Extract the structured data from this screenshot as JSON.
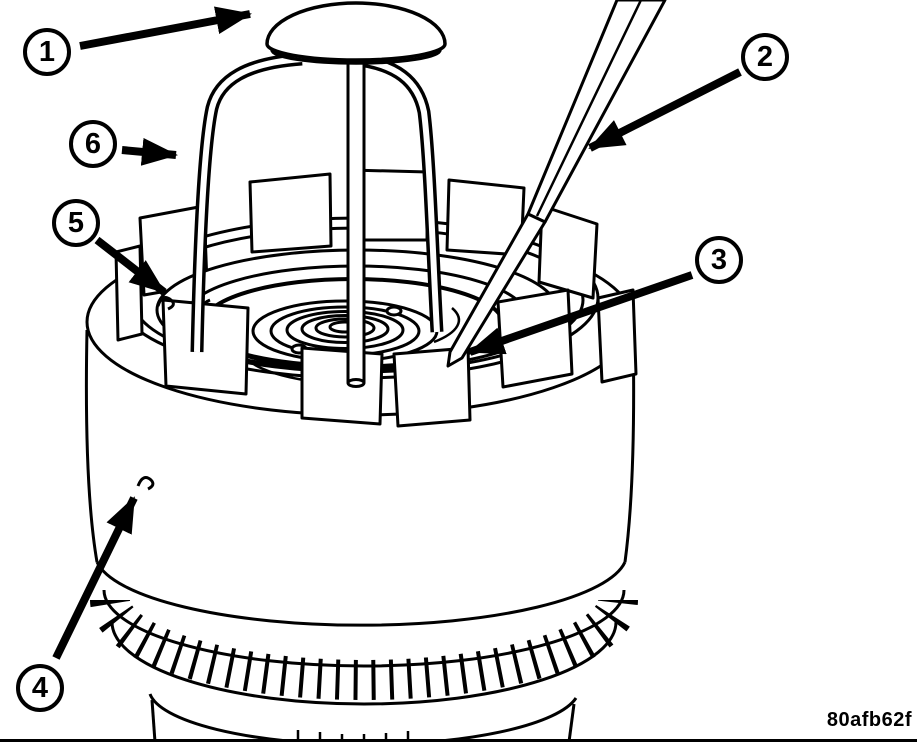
{
  "figure": {
    "code": "80afb62f",
    "callouts": [
      {
        "label": "1"
      },
      {
        "label": "2"
      },
      {
        "label": "3"
      },
      {
        "label": "4"
      },
      {
        "label": "5"
      },
      {
        "label": "6"
      }
    ]
  },
  "colors": {
    "line": "#000000",
    "background": "#ffffff"
  }
}
